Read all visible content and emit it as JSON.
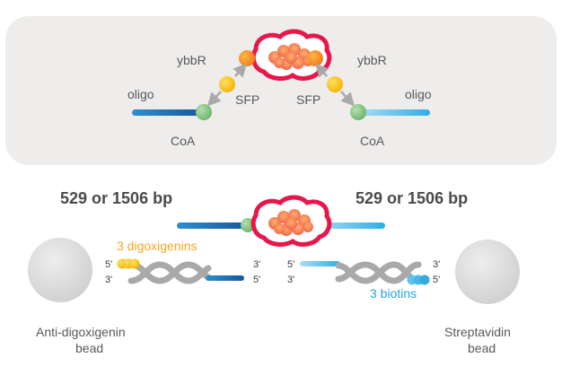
{
  "top_panel": {
    "left": {
      "ybbr": "ybbR",
      "sfp": "SFP",
      "oligo": "oligo",
      "coa": "CoA"
    },
    "right": {
      "ybbr": "ybbR",
      "sfp": "SFP",
      "oligo": "oligo",
      "coa": "CoA"
    }
  },
  "bottom": {
    "left_bp": "529 or 1506 bp",
    "right_bp": "529 or 1506 bp",
    "digoxigenins": "3 digoxigenins",
    "biotins": "3 biotins",
    "ends": {
      "five": "5'",
      "three": "3'"
    },
    "left_bead_line1": "Anti-digoxigenin",
    "left_bead_line2": "bead",
    "right_bead_line1": "Streptavidin",
    "right_bead_line2": "bead"
  },
  "colors": {
    "panel_bg": "#eeedec",
    "dark_blue": "#1b6fb0",
    "light_blue": "#5cc3ee",
    "green": "#8cc78a",
    "orange": "#f39521",
    "yellow": "#f7c21b",
    "protein_red": "#e8174a",
    "helix_grey": "#a9a9a9",
    "bead_grey": "#d9d9d9"
  }
}
